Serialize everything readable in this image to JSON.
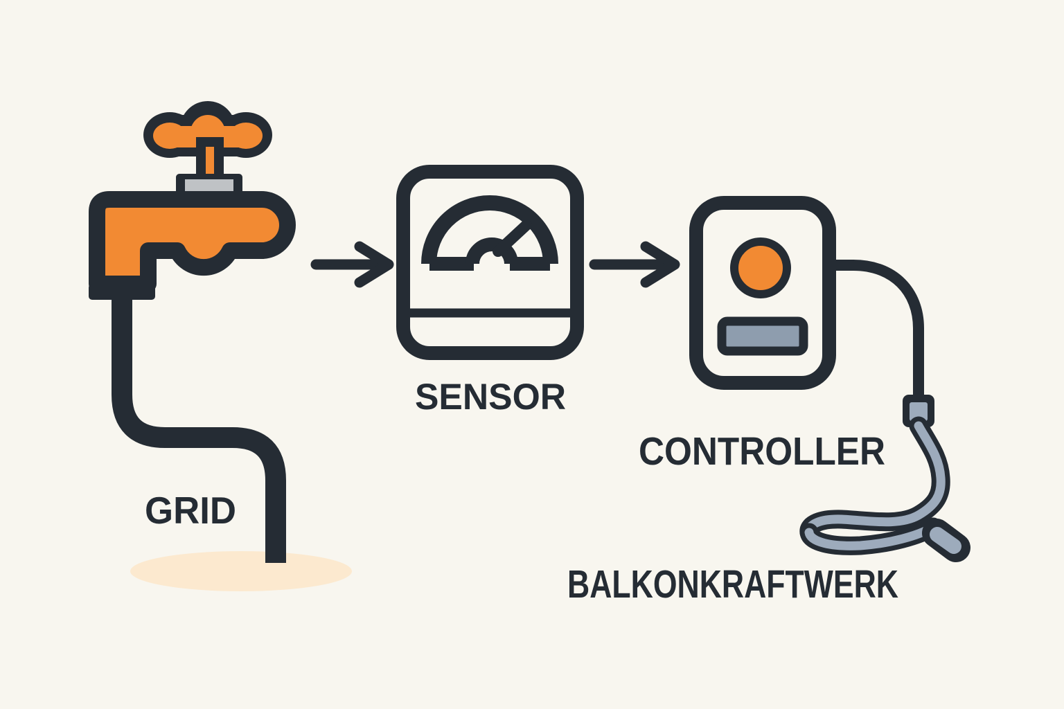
{
  "diagram": {
    "nodes": [
      {
        "id": "grid",
        "icon": "faucet-icon",
        "label": "GRID"
      },
      {
        "id": "sensor",
        "icon": "meter-gauge-icon",
        "label": "SENSOR"
      },
      {
        "id": "controller",
        "icon": "controller-device-icon",
        "label": "CONTROLLER"
      },
      {
        "id": "balkonkraftwerk",
        "icon": "power-cable-plug-icon",
        "label": "BALKONKRAFTWERK"
      }
    ],
    "connections": [
      {
        "from": "grid",
        "to": "sensor",
        "style": "arrow"
      },
      {
        "from": "sensor",
        "to": "controller",
        "style": "arrow"
      },
      {
        "from": "controller",
        "to": "balkonkraftwerk",
        "style": "cable"
      }
    ]
  },
  "colors": {
    "background": "#f8f6ef",
    "outline": "#252c34",
    "accent": "#f28a33",
    "metal": "#bfc2c5",
    "cable": "#9dabbc",
    "screen": "#8e9dae",
    "shadow": "#fce9cf"
  }
}
